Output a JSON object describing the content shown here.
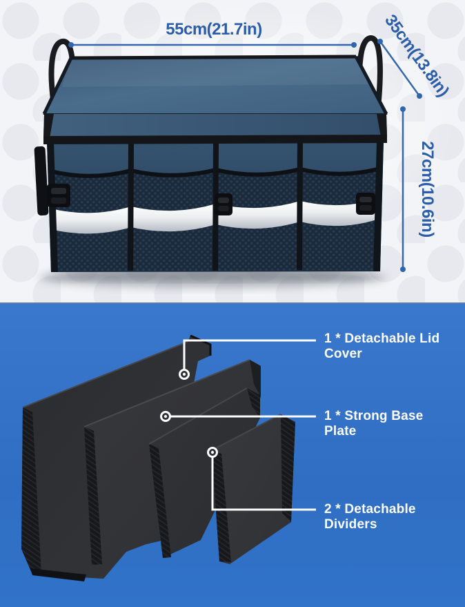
{
  "top_section": {
    "dim_width_label": "55cm(21.7in)",
    "dim_depth_label": "35cm(13.8in)",
    "dim_height_label": "27cm(10.6in)"
  },
  "bottom_section": {
    "callouts": [
      {
        "line1": "1 * Detachable Lid",
        "line2": "Cover"
      },
      {
        "line1": "1 * Strong Base",
        "line2": "Plate"
      },
      {
        "line1": "2 * Detachable",
        "line2": "Dividers"
      }
    ]
  },
  "colors": {
    "dimension_accent": "#2b5da9",
    "panel_background": "#3173c9",
    "label_text": "#ffffff",
    "organizer_fabric": "#3c5d7e",
    "component_panels": "#313236"
  }
}
